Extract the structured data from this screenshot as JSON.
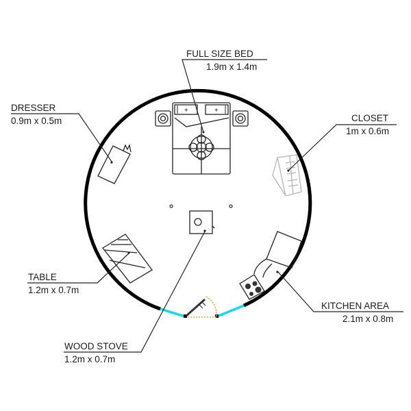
{
  "diagram": {
    "type": "floor-plan",
    "shape": "circular-yurt",
    "colors": {
      "wall": "#000000",
      "window_opening": "#19d6ea",
      "door_swing": "#f0a040",
      "closet": "#b4b4b4",
      "text": "#1a1a1a"
    }
  },
  "labels": {
    "bed": {
      "title": "FULL SIZE BED",
      "size": "1.9m x 1.4m"
    },
    "dresser": {
      "title": "DRESSER",
      "size": "0.9m x 0.5m"
    },
    "closet": {
      "title": "CLOSET",
      "size": "1m x 0.6m"
    },
    "table": {
      "title": "TABLE",
      "size": "1.2m x 0.7m"
    },
    "kitchen": {
      "title": "KITCHEN AREA",
      "size": "2.1m x 0.8m"
    },
    "stove": {
      "title": "WOOD STOVE",
      "size": "1.2m x 0.7m"
    }
  }
}
